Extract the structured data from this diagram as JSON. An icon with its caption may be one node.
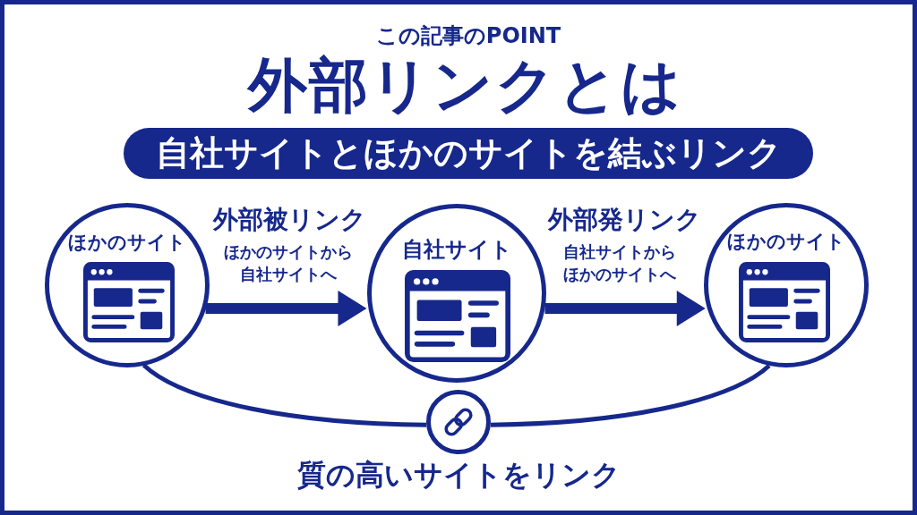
{
  "diagram": {
    "title": "外部リンクとは",
    "nodes": [
      {
        "text": [
          "自社サイトとほかのサイトを結ぶリンク"
        ]
      },
      {
        "text": [
          "ほかのサイト"
        ]
      },
      {
        "text": [
          "自社サイト"
        ]
      },
      {
        "text": [
          "ほかのサイト"
        ]
      },
      {
        "text": [],
        "shape": "circle",
        "beside": [
          "質の高いサイトをリンク"
        ]
      }
    ],
    "edges": [
      {
        "from": 1,
        "to": 2,
        "arrow": "to",
        "label": "外部被リンク",
        "style": "thick"
      },
      {
        "from": 2,
        "to": 3,
        "arrow": "to",
        "label": "外部発リンク",
        "style": "thick"
      },
      {
        "from": 1,
        "to": 4,
        "arrow": "none"
      },
      {
        "from": 4,
        "to": 3,
        "arrow": "none"
      }
    ],
    "labels": [
      "この記事のPOINT",
      "ほかのサイトから自社サイトへ",
      "自社サイトからほかのサイトへ"
    ]
  }
}
